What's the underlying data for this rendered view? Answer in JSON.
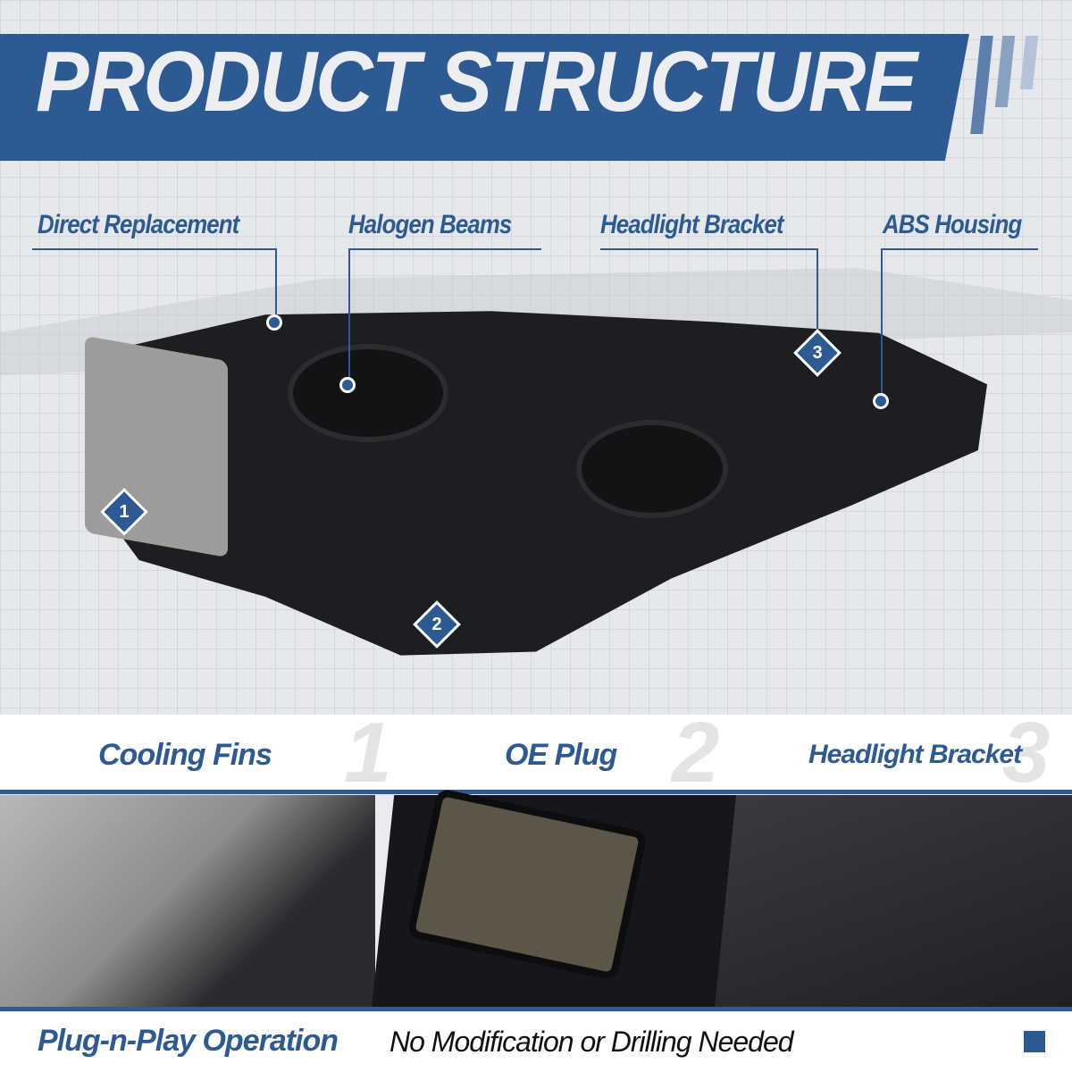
{
  "title": "PRODUCT STRUCTURE",
  "callouts": [
    {
      "label": "Direct Replacement"
    },
    {
      "label": "Halogen Beams"
    },
    {
      "label": "Headlight Bracket"
    },
    {
      "label": "ABS Housing"
    }
  ],
  "badges": [
    "1",
    "2",
    "3"
  ],
  "features": [
    {
      "number": "1",
      "label": "Cooling Fins"
    },
    {
      "number": "2",
      "label": "OE Plug"
    },
    {
      "number": "3",
      "label": "Headlight Bracket"
    }
  ],
  "footer": {
    "headline": "Plug-n-Play Operation",
    "subtext": "No Modification or Drilling Needed"
  },
  "colors": {
    "brand": "#2d5a93"
  }
}
